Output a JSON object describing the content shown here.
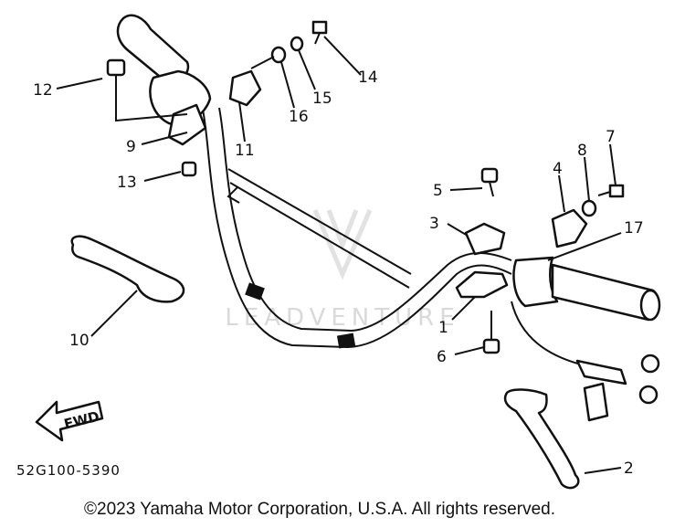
{
  "parts": {
    "p1": "1",
    "p2": "2",
    "p3": "3",
    "p4": "4",
    "p5": "5",
    "p6": "6",
    "p7": "7",
    "p8": "8",
    "p9": "9",
    "p10": "10",
    "p11": "11",
    "p12": "12",
    "p13": "13",
    "p14": "14",
    "p15": "15",
    "p16": "16",
    "p17": "17"
  },
  "direction_label": "FWD",
  "diagram_code": "52G100-5390",
  "watermark": "LEADVENTURE",
  "copyright": "©2023 Yamaha Motor Corporation, U.S.A. All rights reserved."
}
